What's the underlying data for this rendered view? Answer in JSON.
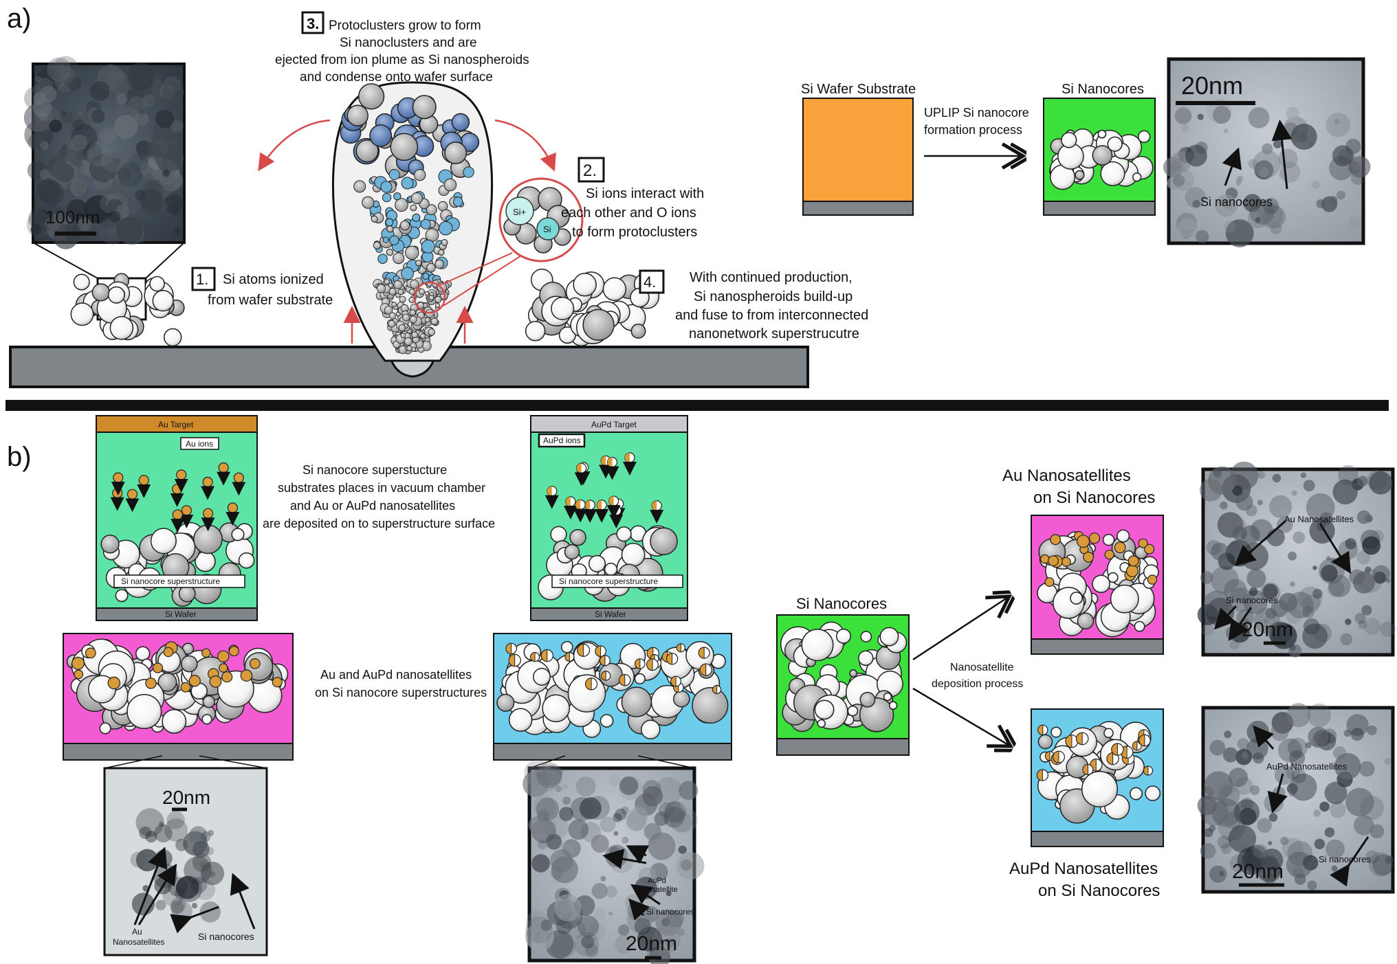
{
  "panel_a": {
    "label": "a)",
    "step1": {
      "num": "1.",
      "line1": "Si atoms ionized",
      "line2": "from wafer substrate"
    },
    "step2": {
      "num": "2.",
      "line1": "Si ions interact with",
      "line2": "each other and O  ions",
      "line3": "to form protoclusters"
    },
    "step3": {
      "num": "3.",
      "line1": "Protoclusters grow to form",
      "line2": "Si nanoclusters and are",
      "line3": "ejected from ion plume as Si nanospheroids",
      "line4": "and condense onto wafer surface"
    },
    "step4": {
      "num": "4.",
      "line1": "With continued production,",
      "line2": "Si nanospheroids build-up",
      "line3": "and fuse to from interconnected",
      "line4": "nanonetwork superstrucutre"
    },
    "inset_ion_si_plus": "Si+",
    "inset_ion_si": "Si",
    "tem_scale": "100nm",
    "wafer_title": "Si Wafer Substrate",
    "process_line1": "UPLIP Si nanocore",
    "process_line2": "formation process",
    "nanocores_title": "Si Nanocores",
    "tem2_scale": "20nm",
    "tem2_label": "Si nanocores"
  },
  "panel_b": {
    "label": "b)",
    "au_chamber": {
      "target": "Au Target",
      "ions": "Au ions",
      "superstructure": "Si nanocore superstructure",
      "wafer": "Si Wafer"
    },
    "aupd_chamber": {
      "target": "AuPd Target",
      "ions": "AuPd ions",
      "superstructure": "Si nanocore superstructure",
      "wafer": "Si Wafer"
    },
    "desc1": {
      "line1": "Si nanocore superstucture",
      "line2": "substrates places in vacuum chamber",
      "line3": "and Au or AuPd nanosatellites",
      "line4": "are deposited on to superstructure surface"
    },
    "desc2": {
      "line1": "Au and AuPd nanosatellites",
      "line2": "on Si nanocore superstructures"
    },
    "tem_au": {
      "scale": "20nm",
      "label_au1": "Au",
      "label_au2": "Nanosatellites",
      "label_si": "Si nanocores"
    },
    "tem_aupd": {
      "scale": "20nm",
      "label_aupd1": "AuPd",
      "label_aupd2": "Nanosatellite",
      "label_si": "Si nanocores"
    },
    "nanocores_title": "Si Nanocores",
    "deposition_line1": "Nanosatellite",
    "deposition_line2": "deposition process",
    "au_result": {
      "line1": "Au Nanosatellites",
      "line2": "on Si Nanocores"
    },
    "aupd_result": {
      "line1": "AuPd Nanosatellites",
      "line2": "on Si Nanocores"
    },
    "tem_au_right": {
      "label_au": "Au Nanosatellites",
      "label_si": "Si nanocores",
      "scale": "20nm"
    },
    "tem_aupd_right": {
      "label_aupd": "AuPd Nanosatellites",
      "label_si": "Si nanocores",
      "scale": "20nm"
    }
  },
  "colors": {
    "green": "#3be03b",
    "orange": "#f7a23a",
    "magenta": "#f35bd3",
    "cyan": "#6fcdec",
    "chamber": "#5de3a6",
    "target": "#d08a2a",
    "wafer_gray": "#7f8589",
    "blue_sphere": "#5b7fb5",
    "gold": "#d99b3a",
    "red": "#d84a4a"
  }
}
